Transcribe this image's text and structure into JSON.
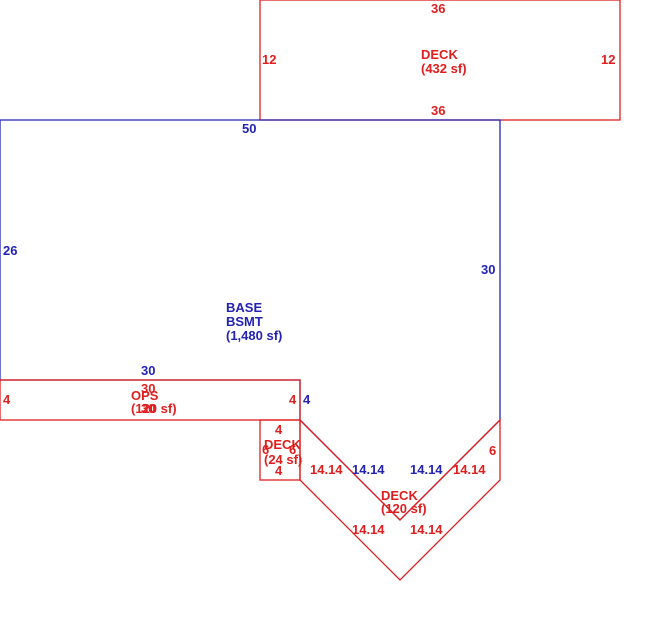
{
  "colors": {
    "base": "#2323b4",
    "addition": "#e01e1e"
  },
  "areas": {
    "deck_top": {
      "name": "DECK",
      "area": "(432 sf)"
    },
    "base": {
      "name_line1": "BASE",
      "name_line2": "BSMT",
      "area": "(1,480 sf)"
    },
    "ops": {
      "name": "OPS",
      "area": "(120 sf)"
    },
    "deck_small": {
      "name": "DECK",
      "area": "(24 sf)"
    },
    "deck_bottom": {
      "name": "DECK",
      "area": "(120 sf)"
    }
  },
  "dims": {
    "deck_top_top": "36",
    "deck_top_left": "12",
    "deck_top_right": "12",
    "deck_top_bottom": "36",
    "base_top": "50",
    "base_left": "26",
    "base_right": "30",
    "base_bottom": "30",
    "base_step": "4",
    "base_diag_1": "14.14",
    "base_diag_2": "14.14",
    "ops_top": "30",
    "ops_bottom": "30",
    "ops_left": "4",
    "ops_right": "4",
    "small_top": "4",
    "small_bottom": "4",
    "small_left": "6",
    "small_right": "6",
    "deck_b_right": "6",
    "deck_b_inner_left": "14.14",
    "deck_b_inner_right": "14.14",
    "deck_b_outer_left": "14.14",
    "deck_b_outer_right": "14.14"
  }
}
